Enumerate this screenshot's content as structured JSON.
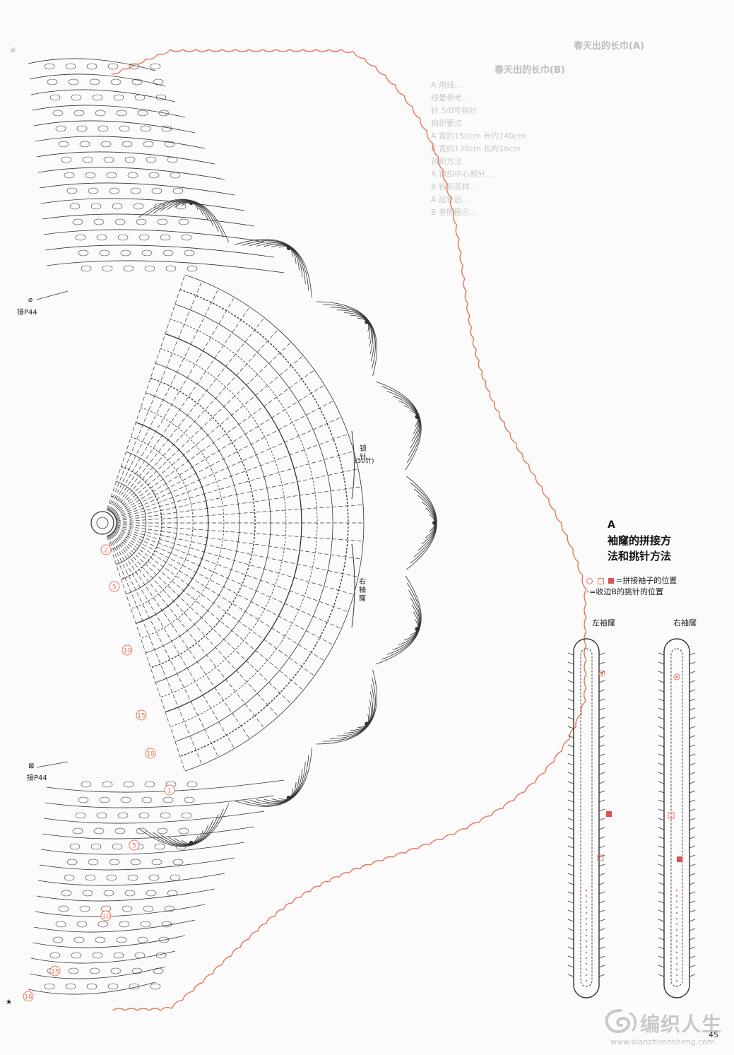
{
  "background_text": {
    "title_a": "春天出的长巾(A)",
    "title_b": "春天出的长巾(B)",
    "lines": [
      "A 用线...",
      "线量参考...",
      "针 5/0号钩针",
      "钩织要点",
      "A 宽约150cm 长约140cm",
      "B 宽约130cm 长约16cm",
      "钩织方法",
      "A 钩织中心部分...",
      "B 钩织花样...",
      "A 起针后...",
      "B 参照图示..."
    ]
  },
  "labels": {
    "join_top_symbol": "⌀",
    "join_top": "接P44",
    "join_bottom_symbol": "⊠",
    "join_bottom": "接P44",
    "chain_chars": [
      "锁",
      "针"
    ],
    "chain_count": "(50针)",
    "right_sleeve_chars": [
      "右",
      "袖",
      "窿"
    ],
    "row_marks": [
      "2",
      "5",
      "10",
      "15",
      "18",
      "1",
      "5",
      "10",
      "15",
      "16"
    ],
    "star_top": "☆",
    "star_bottom": "★"
  },
  "panel": {
    "letter": "A",
    "title_line1": "袖窿的拼接方",
    "title_line2": "法和挑针方法",
    "legend_line1": "=拼接袖子的位置",
    "legend_line2": "=收边B的挑针的位置",
    "legend_dot": "·",
    "left_sleeve": "左袖窿",
    "right_sleeve": "右袖窿"
  },
  "colors": {
    "ink": "#333333",
    "accent": "#e8745c",
    "legend_square_filled": "#d9534f"
  },
  "page_number": "45",
  "watermark": {
    "brand": "编织人生",
    "url": "www.bianzhirensheng.com"
  }
}
